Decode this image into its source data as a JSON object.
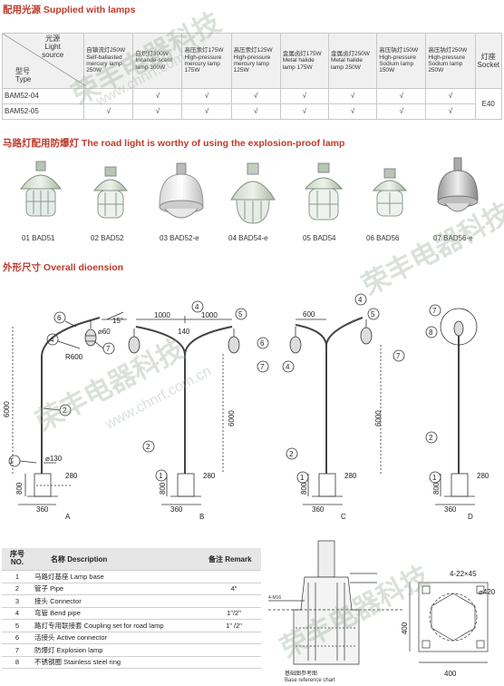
{
  "section1": {
    "title_cn": "配用光源",
    "title_en": "Supplied with lamps"
  },
  "light_table": {
    "corner_source_cn": "光源",
    "corner_source_en1": "Light",
    "corner_source_en2": "source",
    "corner_type_cn": "型号",
    "corner_type_en": "Type",
    "columns": [
      "自镇流灯250W Self-ballasted mercury lamp 250W",
      "白炽灯300W Incande-scent lamp 300W",
      "高压汞灯175W High-pressure mercury lamp 175W",
      "高压汞灯125W High-pressure mercury lamp 125W",
      "金属卤灯175W Metal halide lamp 175W",
      "金属卤灯250W Metal halide lamp 250W",
      "高压钠灯150W High-pressure Sodium lamp 150W",
      "高压钠灯250W High-pressure Sodium lamp 250W"
    ],
    "socket_header_cn": "灯座",
    "socket_header_en": "Socket",
    "socket_value": "E40",
    "rows": [
      {
        "type": "BAM52-04",
        "checks": [
          "",
          "√",
          "√",
          "√",
          "√",
          "√",
          "√",
          "√"
        ]
      },
      {
        "type": "BAM52-05",
        "checks": [
          "√",
          "√",
          "√",
          "√",
          "√",
          "√",
          "√",
          "√"
        ]
      }
    ]
  },
  "section2": {
    "title_cn": "马路灯配用防爆灯",
    "title_en": "The road light is worthy of using the explosion-proof lamp"
  },
  "lamps": [
    {
      "label": "01 BAD51"
    },
    {
      "label": "02 BAD52"
    },
    {
      "label": "03 BAD52-e"
    },
    {
      "label": "04 BAD54-e"
    },
    {
      "label": "05 BAD54"
    },
    {
      "label": "06 BAD56"
    },
    {
      "label": "07 BAD56-e"
    }
  ],
  "section3": {
    "title_cn": "外形尺寸",
    "title_en": "Overall dioension"
  },
  "dims": {
    "d15": "15°",
    "d60": "⌀60",
    "r600": "R600",
    "d6000": "6000",
    "d130": "⌀130",
    "d280": "280",
    "d800": "800",
    "d360": "360",
    "d1000": "1000",
    "d140": "140",
    "d600": "600",
    "A": "A",
    "B": "B",
    "C": "C",
    "D": "D"
  },
  "parts": {
    "h_no_cn": "序号",
    "h_no_en": "NO.",
    "h_name": "名称 Description",
    "h_remark": "备注 Remark",
    "rows": [
      {
        "no": "1",
        "name": "马路灯基座 Lamp base",
        "remark": ""
      },
      {
        "no": "2",
        "name": "管子 Pipe",
        "remark": "4\""
      },
      {
        "no": "3",
        "name": "接头 Connector",
        "remark": ""
      },
      {
        "no": "4",
        "name": "弯管 Bend pipe",
        "remark": "1\"/2\""
      },
      {
        "no": "5",
        "name": "路灯专用联接套 Coupling set for road lamp",
        "remark": "1\" /2\""
      },
      {
        "no": "6",
        "name": "活接头 Active connector",
        "remark": ""
      },
      {
        "no": "7",
        "name": "防爆灯 Explosion lamp",
        "remark": ""
      },
      {
        "no": "8",
        "name": "不锈钢圈 Stainless steel ring",
        "remark": ""
      }
    ]
  },
  "base_chart": {
    "caption_cn": "基础图参考图",
    "caption_en": "Base reference chart",
    "note1": "4-M16",
    "hole": "4-22×45",
    "d420": "⌀420",
    "w400": "400",
    "h400": "400"
  },
  "watermark": {
    "text": "荣丰电器科技",
    "url": "www.chnrf.com.cn"
  }
}
